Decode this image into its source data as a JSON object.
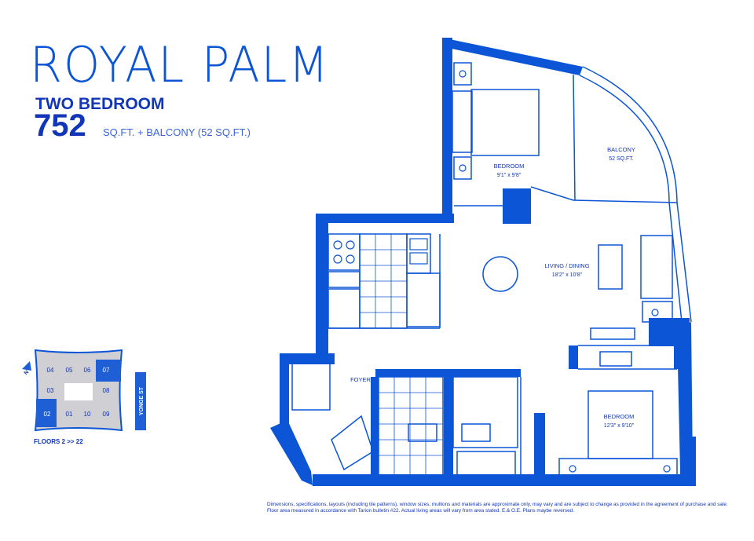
{
  "header": {
    "title": "ROYAL PALM",
    "unit_type": "TWO BEDROOM",
    "area_value": "752",
    "area_text": "SQ.FT. + BALCONY (52 SQ.FT.)"
  },
  "rooms": {
    "bedroom1_label": "BEDROOM",
    "bedroom1_dims": "9'1\" x 9'8\"",
    "balcony_label": "BALCONY",
    "balcony_area": "52 SQ.FT.",
    "living_label": "LIVING / DINING",
    "living_dims": "18'2\" x 10'8\"",
    "foyer_label": "FOYER",
    "bedroom2_label": "BEDROOM",
    "bedroom2_dims": "12'3\" x 9'10\""
  },
  "keyplan": {
    "units": [
      "04",
      "05",
      "06",
      "07",
      "03",
      "08",
      "02",
      "01",
      "10",
      "09"
    ],
    "highlighted": [
      "07",
      "02"
    ],
    "street_label": "YONGE ST",
    "north_label": "N",
    "floors_label": "FLOORS  2 >> 22"
  },
  "disclaimer": {
    "line1": "Dimensions, specifications, layouts (including  tile patterns), window sizes, mullions and materials are approximate only, may vary and are subject to change as provided in the agreement of purchase and sale.",
    "line2": "Floor area measured in accordance with Tarion bulletin #22.  Actual living areas will vary from area stated.  E.& O.E.  Plans maybe reversed."
  },
  "colors": {
    "brand_blue": "#0b55d6",
    "dark_blue": "#1136b8",
    "keyplan_gray": "#cfcfd4",
    "highlight_blue": "#1f5fd6"
  }
}
